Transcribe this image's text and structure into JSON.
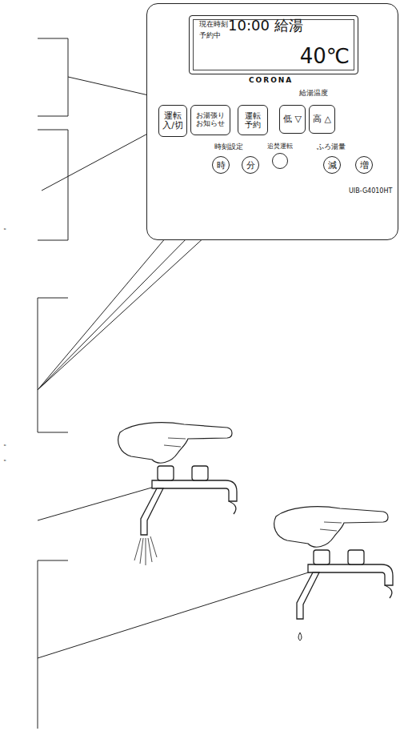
{
  "diagram": {
    "nodes": [
      {
        "text": [
          "CORONA",
          "UIB-G4010HT"
        ]
      },
      {
        "text": [
          "現在時刻",
          "予約中",
          "10:00",
          "給湯",
          "40℃"
        ],
        "in": 0
      },
      {
        "text": [
          "運転 入/切"
        ],
        "in": 0
      },
      {
        "text": [
          "お湯張り お知らせ"
        ],
        "in": 0
      },
      {
        "text": [
          "運転 予約"
        ],
        "in": 0
      },
      {
        "text": [
          "低 ▽"
        ],
        "in": 0
      },
      {
        "text": [
          "高 △"
        ],
        "in": 0
      },
      {
        "text": [
          "時"
        ],
        "in": 0
      },
      {
        "text": [
          "分"
        ],
        "in": 0
      },
      {
        "text": [
          "追焚運転"
        ],
        "in": 0
      },
      {
        "text": [
          "減"
        ],
        "in": 0
      },
      {
        "text": [
          "増"
        ],
        "in": 0
      }
    ],
    "labels": [
      "給湯温度",
      "時刻設定",
      "ふろ湯量",
      "。",
      "。",
      "。"
    ]
  }
}
